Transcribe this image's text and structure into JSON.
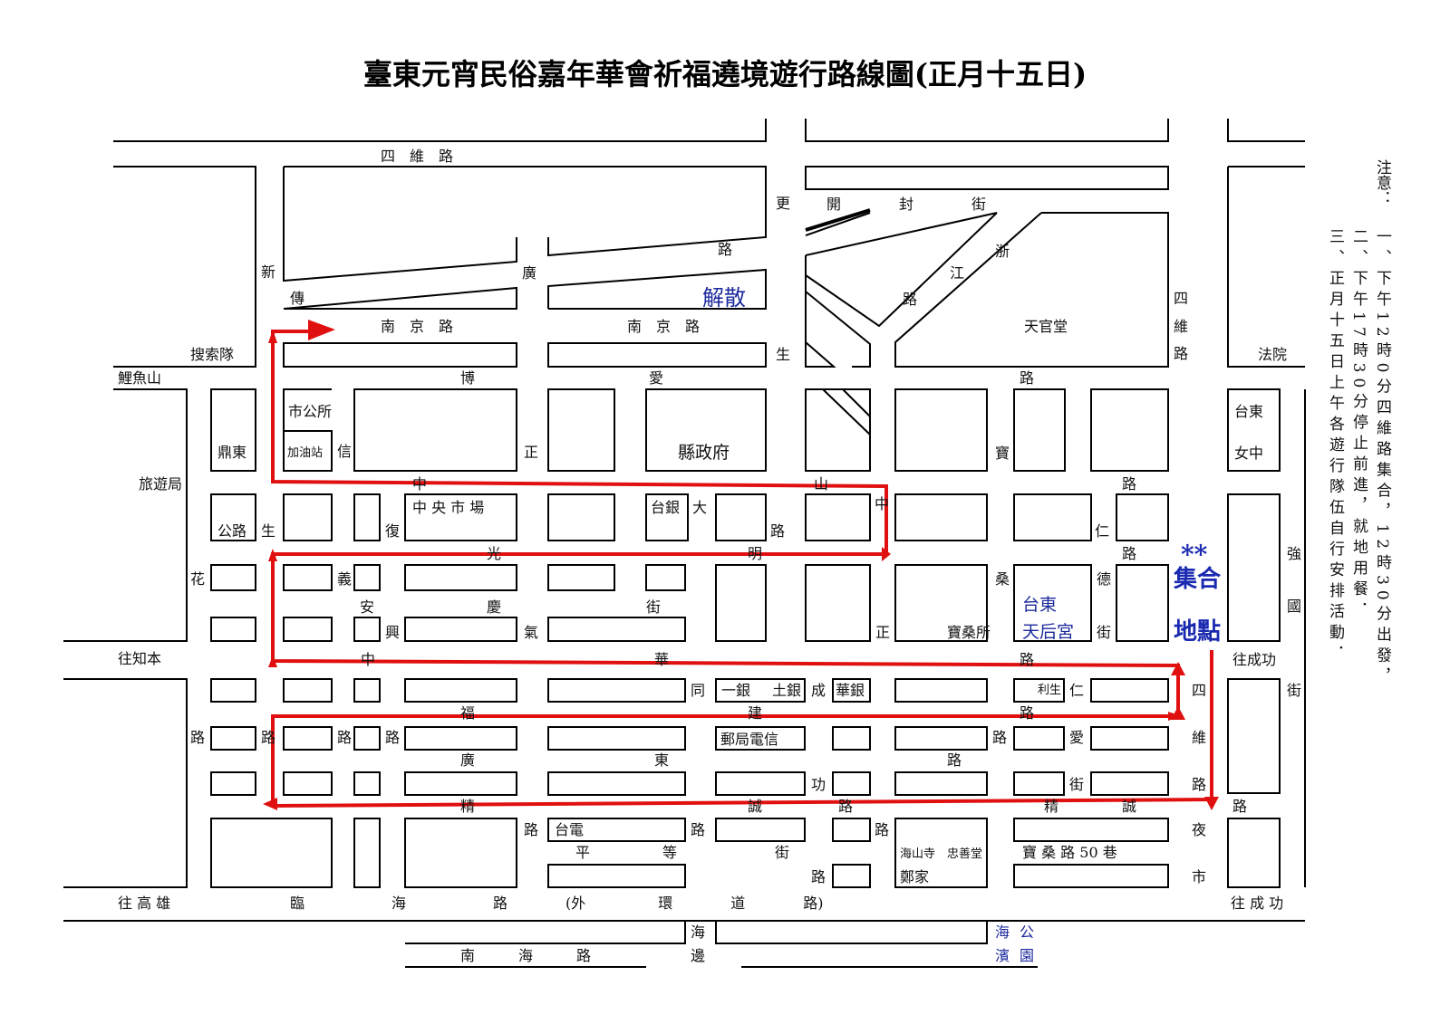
{
  "title": "臺東元宵民俗嘉年華會祈福遶境遊行路線圖(正月十五日)",
  "colors": {
    "route": "#e01010",
    "labels_blue": "#1c2a9c",
    "lines": "#000000"
  },
  "labels": {
    "siwei_top": "四　維　路",
    "geng": "更",
    "kaifeng": "開　　　　封　　　　街",
    "lu_guang": "路",
    "xin": "新",
    "chuan": "傳",
    "guang": "廣",
    "zhejiang_zhe": "浙",
    "zhejiang_jiang": "江",
    "zhejiang_lu": "路",
    "siwei_r1": "四",
    "siwei_r2": "維",
    "siwei_r3": "路",
    "nanjing1": "南　京　路",
    "nanjing2": "南　京　路",
    "jiesan": "解散",
    "tianguantang": "天官堂",
    "sousuodui": "搜索隊",
    "sheng": "生",
    "fayuan": "法院",
    "liyushan": "鯉魚山",
    "boai": "博　　　　　　　　　　　　愛",
    "lu_boai": "路",
    "shigongsuo": "市公所",
    "jiayouzhan": "加油站",
    "xin2": "信",
    "dingdong": "鼎東",
    "zheng": "正",
    "xianzhengfu": "縣政府",
    "bao": "寶",
    "taidong_nvzhong1": "台東",
    "taidong_nvzhong2": "女中",
    "lvyouju": "旅遊局",
    "zhongshan_zhong": "中",
    "zhongshan_shan": "山",
    "zhongshan_lu": "路",
    "zhongyang": "中 央 市 場",
    "taiyin": "台銀",
    "da": "大",
    "zhong2": "中",
    "gonglu": "公路",
    "sheng2": "生",
    "fu": "復",
    "lu2": "路",
    "ren": "仁",
    "lu3": "路",
    "guangming_guang": "光",
    "guangming_ming": "明",
    "hua": "花",
    "yi": "義",
    "sang": "桑",
    "de": "德",
    "qiang": "強",
    "guo": "國",
    "jihe_stars": "**",
    "jihe": "集合",
    "didian": "地點",
    "an": "安",
    "qing": "慶　　　　　　　　　　街",
    "xing": "興",
    "qi": "氣",
    "zheng2": "正",
    "baosangsuo": "寶桑所",
    "tianhougong1": "台東",
    "tianhougong2": "天后宮",
    "jie2": "街",
    "wangzhiben": "往知本",
    "zhonghua_zhong": "中",
    "zhonghua_hua": "華",
    "zhonghua_lu": "路",
    "wangchenggong1": "往成功",
    "tong": "同",
    "yiyin": "一銀",
    "tuyin": "土銀",
    "cheng": "成",
    "huayin": "華銀",
    "lisheng": "利生",
    "ren2": "仁",
    "si2": "四",
    "jie3": "街",
    "fujian_fu": "福",
    "fujian_jian": "建",
    "fujian_lu": "路",
    "lu_a": "路",
    "lu_b": "路",
    "lu_c": "路",
    "lu_d": "路",
    "youju": "郵局電信",
    "lu_e": "路",
    "ai": "愛",
    "wei2": "維",
    "guangdong_guang": "廣",
    "guangdong_dong": "東",
    "guangdong_lu": "路",
    "gong": "功",
    "jie4": "街",
    "lu_f": "路",
    "jingcheng_jing": "精",
    "jingcheng_cheng": "誠",
    "jingcheng_lu": "路",
    "jingcheng2_jing": "精",
    "jingcheng2_cheng": "誠",
    "lu_g": "路",
    "lu_h": "路",
    "taidian": "台電",
    "lu_i": "路",
    "lu_j": "路",
    "ye": "夜",
    "ping": "平　　　　　等",
    "jie5": "街",
    "haishansi": "海山寺",
    "zhongshantang": "忠善堂",
    "baosang50": "寶 桑 路 50 巷",
    "lu_k": "路",
    "zhengjia": "鄭家",
    "shi": "市",
    "wanggaoxiong": "往 高 雄",
    "linhai": "臨　　　　　　海　　　　　　路　　　　(外　　　　　環　　　　道　　　　路)",
    "wangchenggong2": "往 成 功",
    "haibian_hai": "海",
    "haibian_bian": "邊",
    "haibin_hai": "海",
    "haibin_bin": "濱",
    "gongyuan_gong": "公",
    "gongyuan_yuan": "園",
    "nanhai": "南　　　海　　　路"
  },
  "notes": {
    "heading": "注意：",
    "col1": "一、下午12時0分四維路集合，12時30分出發，",
    "col2": "二、下午17時30分停止前進，就地用餐．",
    "col3": "三、正月十五日上午各遊行隊伍自行安排活動．"
  }
}
